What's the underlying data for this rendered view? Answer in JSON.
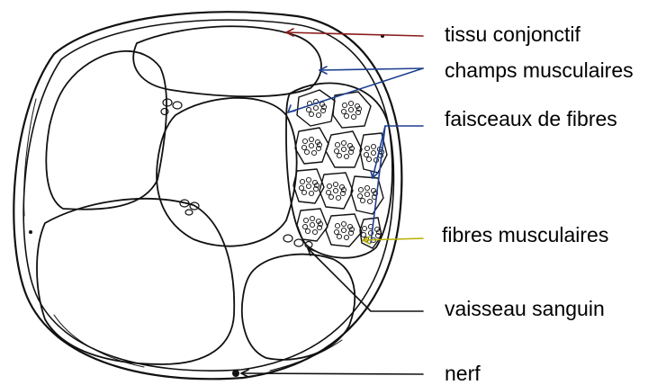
{
  "diagram": {
    "labels": {
      "tissu_conjonctif": "tissu conjonctif",
      "champs_musculaires": "champs musculaires",
      "faisceaux_de_fibres": "faisceaux de fibres",
      "fibres_musculaires": "fibres musculaires",
      "vaisseau_sanguin": "vaisseau sanguin",
      "nerf": "nerf"
    },
    "colors": {
      "ink": "#000000",
      "leader_dark": "#3b2a1a",
      "leader_red": "#8b1a1a",
      "leader_blue": "#1f3f8f",
      "leader_yellow": "#b8b000",
      "leader_black": "#111111"
    }
  }
}
